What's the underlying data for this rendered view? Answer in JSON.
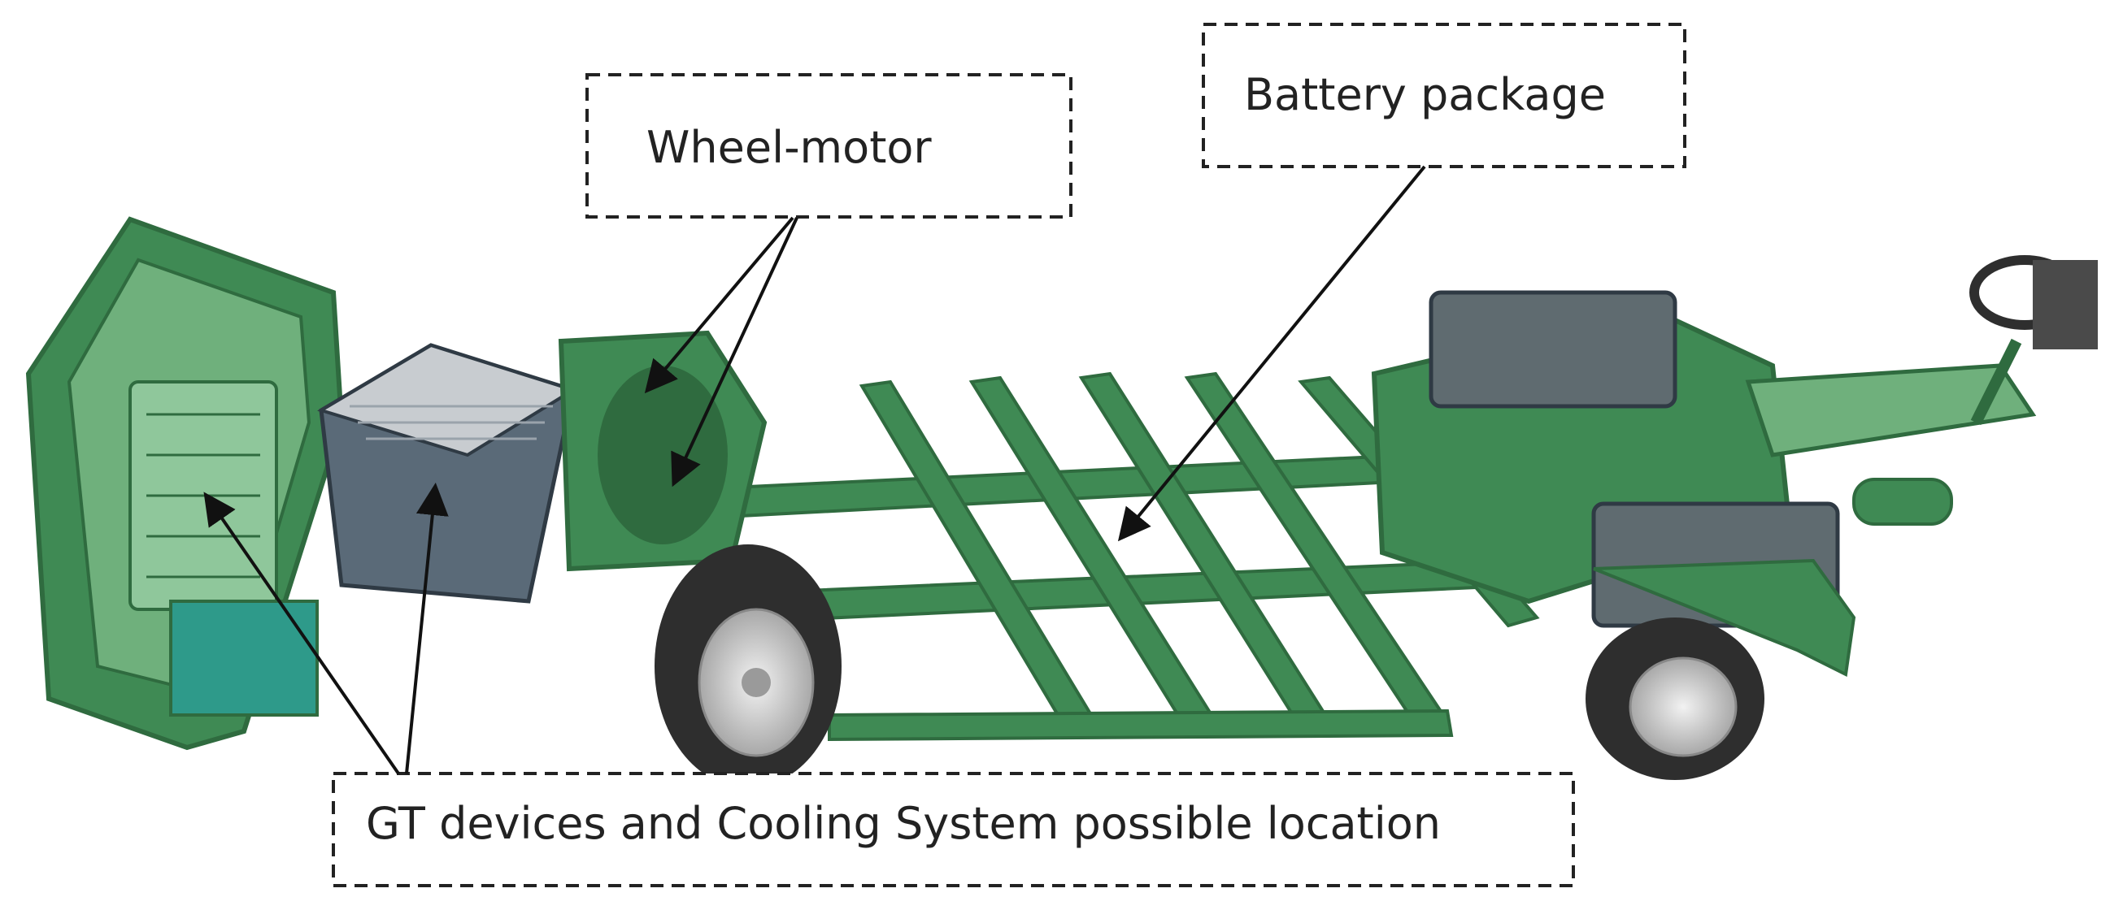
{
  "labels": {
    "wheel_motor": "Wheel-motor",
    "battery_package": "Battery package",
    "gt_devices": "GT devices and Cooling System possible location"
  },
  "colors": {
    "frame_dark": "#2f6b3f",
    "frame_mid": "#3f8a54",
    "frame_light": "#6fb07c",
    "tire": "#2e2e2e",
    "rim": "#d8d8d8",
    "battery_box": "#5a6a78",
    "arrow": "#111111",
    "box_border": "#222222"
  }
}
